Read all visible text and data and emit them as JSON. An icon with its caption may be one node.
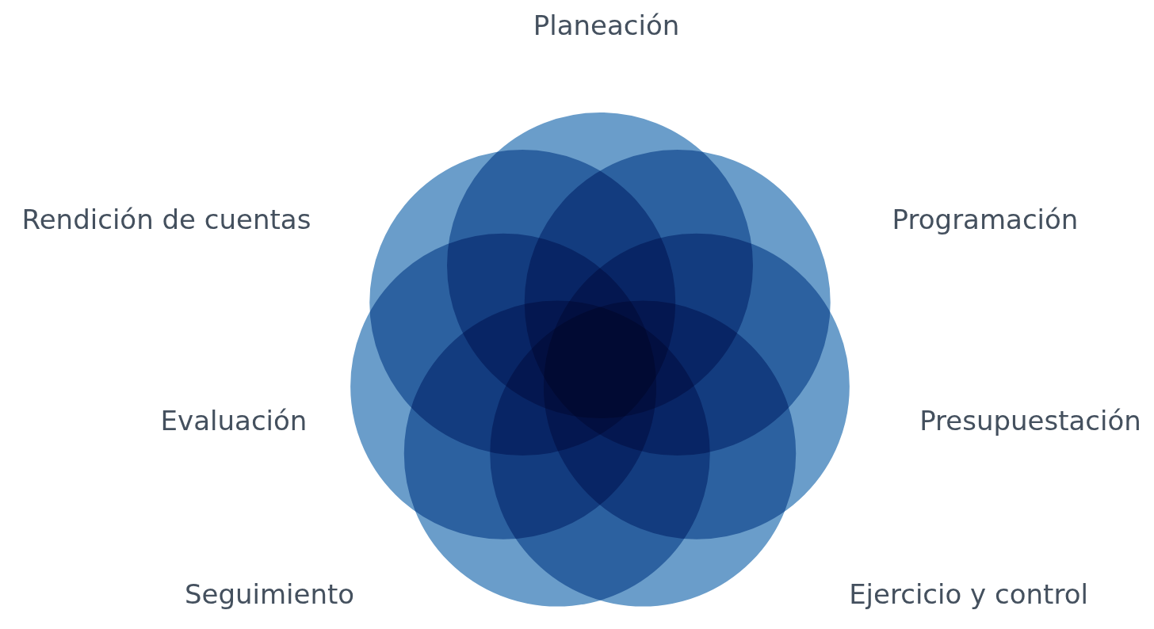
{
  "diagram": {
    "nodes": [
      {
        "text": [
          "Planeación"
        ]
      },
      {
        "text": [
          "Programación"
        ]
      },
      {
        "text": [
          "Presupuestación"
        ]
      },
      {
        "text": [
          "Ejercicio y control"
        ]
      },
      {
        "text": [
          "Seguimiento"
        ]
      },
      {
        "text": [
          "Evaluación"
        ]
      },
      {
        "text": [
          "Rendición de cuentas"
        ]
      }
    ]
  }
}
